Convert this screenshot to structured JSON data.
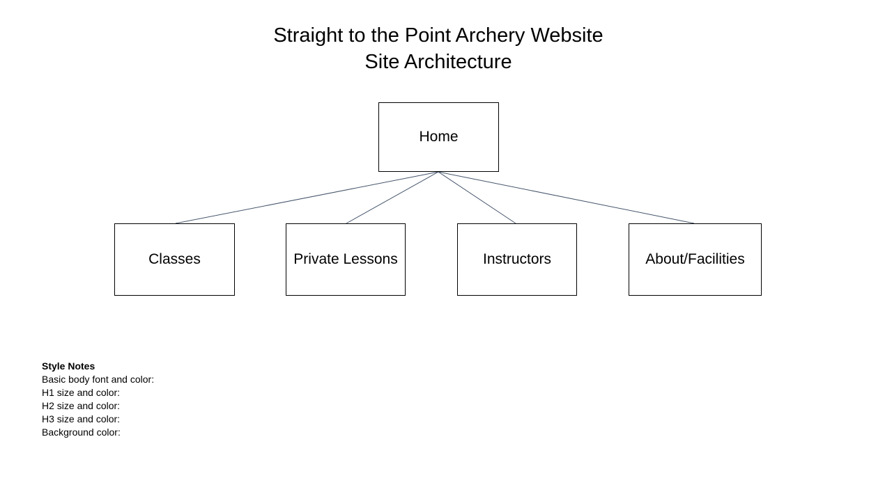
{
  "title": {
    "line1": "Straight to the Point Archery Website",
    "line2": "Site Architecture"
  },
  "diagram": {
    "root": {
      "label": "Home"
    },
    "children": [
      {
        "label": "Classes"
      },
      {
        "label": "Private Lessons"
      },
      {
        "label": "Instructors"
      },
      {
        "label": "About/Facilities"
      }
    ],
    "connector_color": "#44546a"
  },
  "style_notes": {
    "heading": "Style Notes",
    "items": [
      "Basic body font and color:",
      "H1 size and color:",
      "H2 size and color:",
      "H3 size and color:",
      "Background color:"
    ]
  }
}
